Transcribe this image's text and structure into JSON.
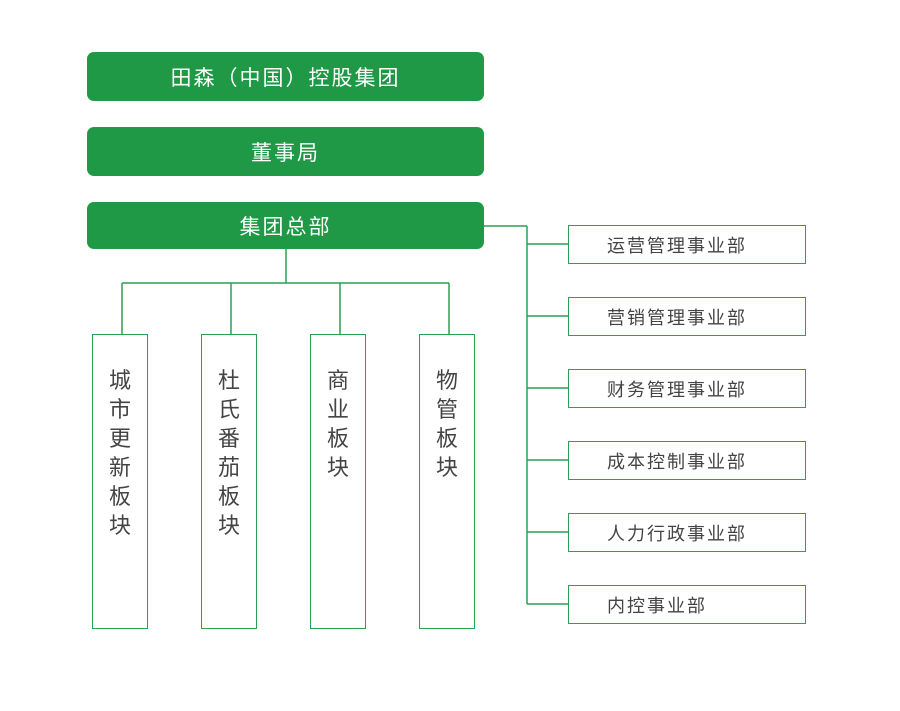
{
  "org": {
    "group": "田森（中国）控股集团",
    "board": "董事局",
    "hq": "集团总部",
    "sectors": [
      "城市更新板块",
      "杜氏番茄板块",
      "商业板块",
      "物管板块"
    ],
    "departments": [
      "运营管理事业部",
      "营销管理事业部",
      "财务管理事业部",
      "成本控制事业部",
      "人力行政事业部",
      "内控事业部"
    ]
  },
  "colors": {
    "primary": "#1f9945",
    "line": "#2aa052",
    "text": "#444444"
  }
}
